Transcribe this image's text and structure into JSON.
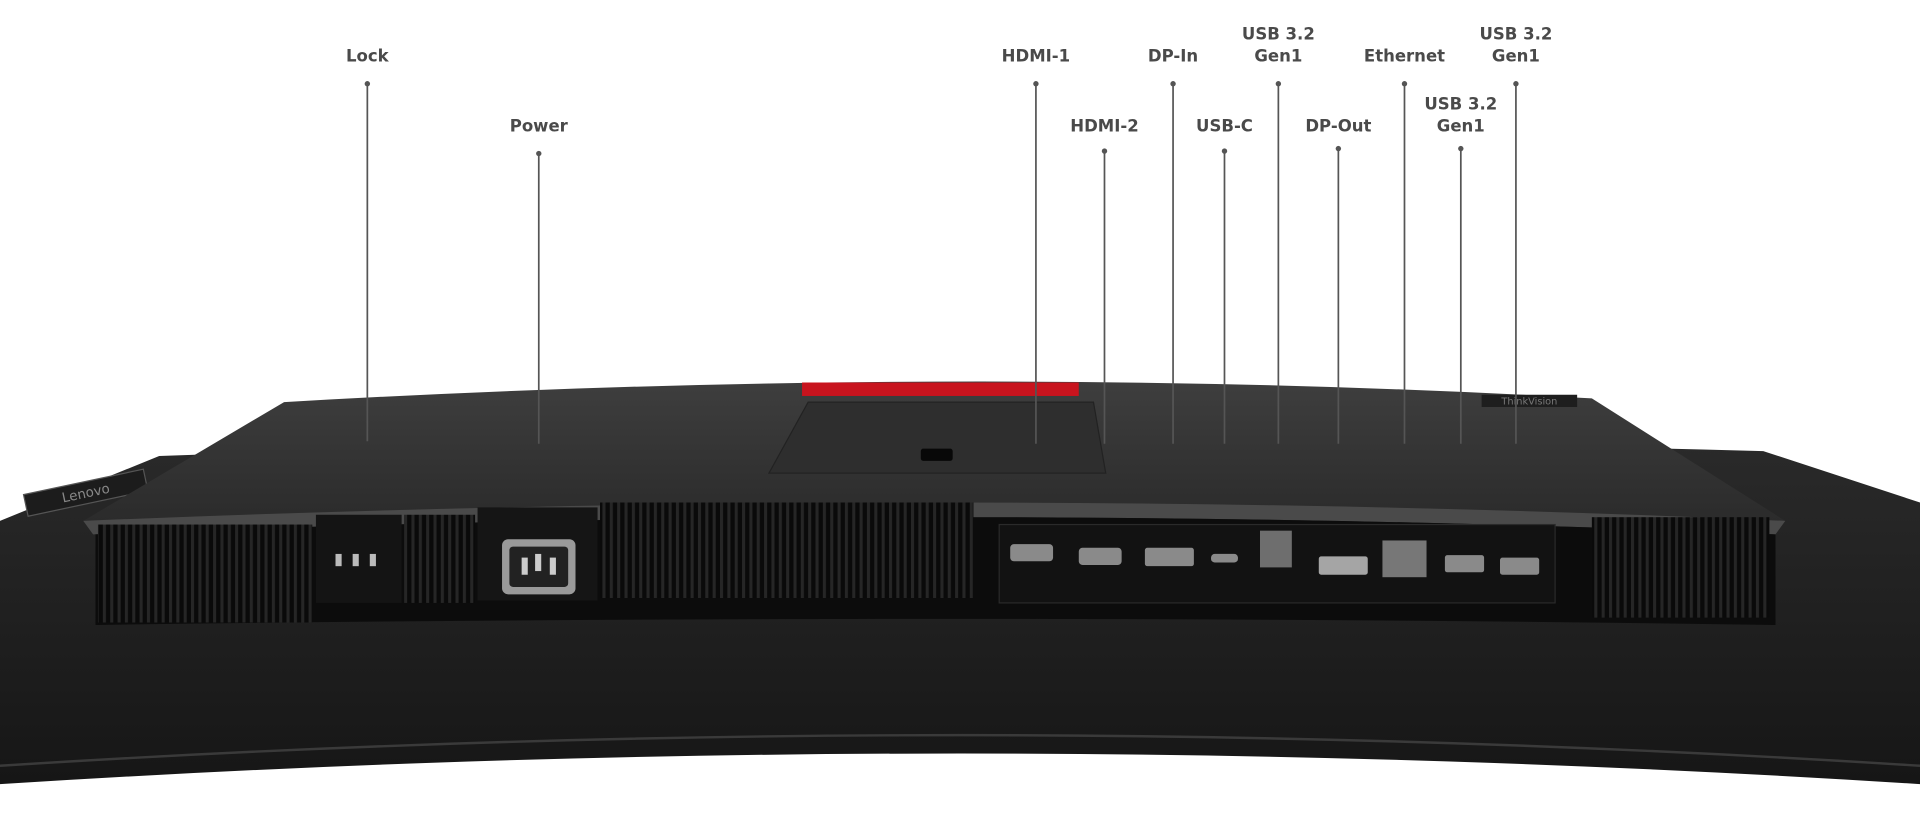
{
  "branding": {
    "base_logo": "Lenovo",
    "housing_logo": "ThinkVision"
  },
  "colors": {
    "accent_red": "#c8141e",
    "housing": "#333333",
    "label_text": "#4a4a4a"
  },
  "callouts": [
    {
      "id": "lock",
      "lines": [
        "Lock"
      ]
    },
    {
      "id": "power",
      "lines": [
        "Power"
      ]
    },
    {
      "id": "hdmi-1",
      "lines": [
        "HDMI-1"
      ]
    },
    {
      "id": "hdmi-2",
      "lines": [
        "HDMI-2"
      ]
    },
    {
      "id": "dp-in",
      "lines": [
        "DP-In"
      ]
    },
    {
      "id": "usb-c",
      "lines": [
        "USB-C"
      ]
    },
    {
      "id": "usb-3-2-gen1-a",
      "lines": [
        "USB 3.2",
        "Gen1"
      ]
    },
    {
      "id": "dp-out",
      "lines": [
        "DP-Out"
      ]
    },
    {
      "id": "ethernet",
      "lines": [
        "Ethernet"
      ]
    },
    {
      "id": "usb-3-2-gen1-b",
      "lines": [
        "USB 3.2",
        "Gen1"
      ]
    },
    {
      "id": "usb-3-2-gen1-c",
      "lines": [
        "USB 3.2",
        "Gen1"
      ]
    }
  ]
}
